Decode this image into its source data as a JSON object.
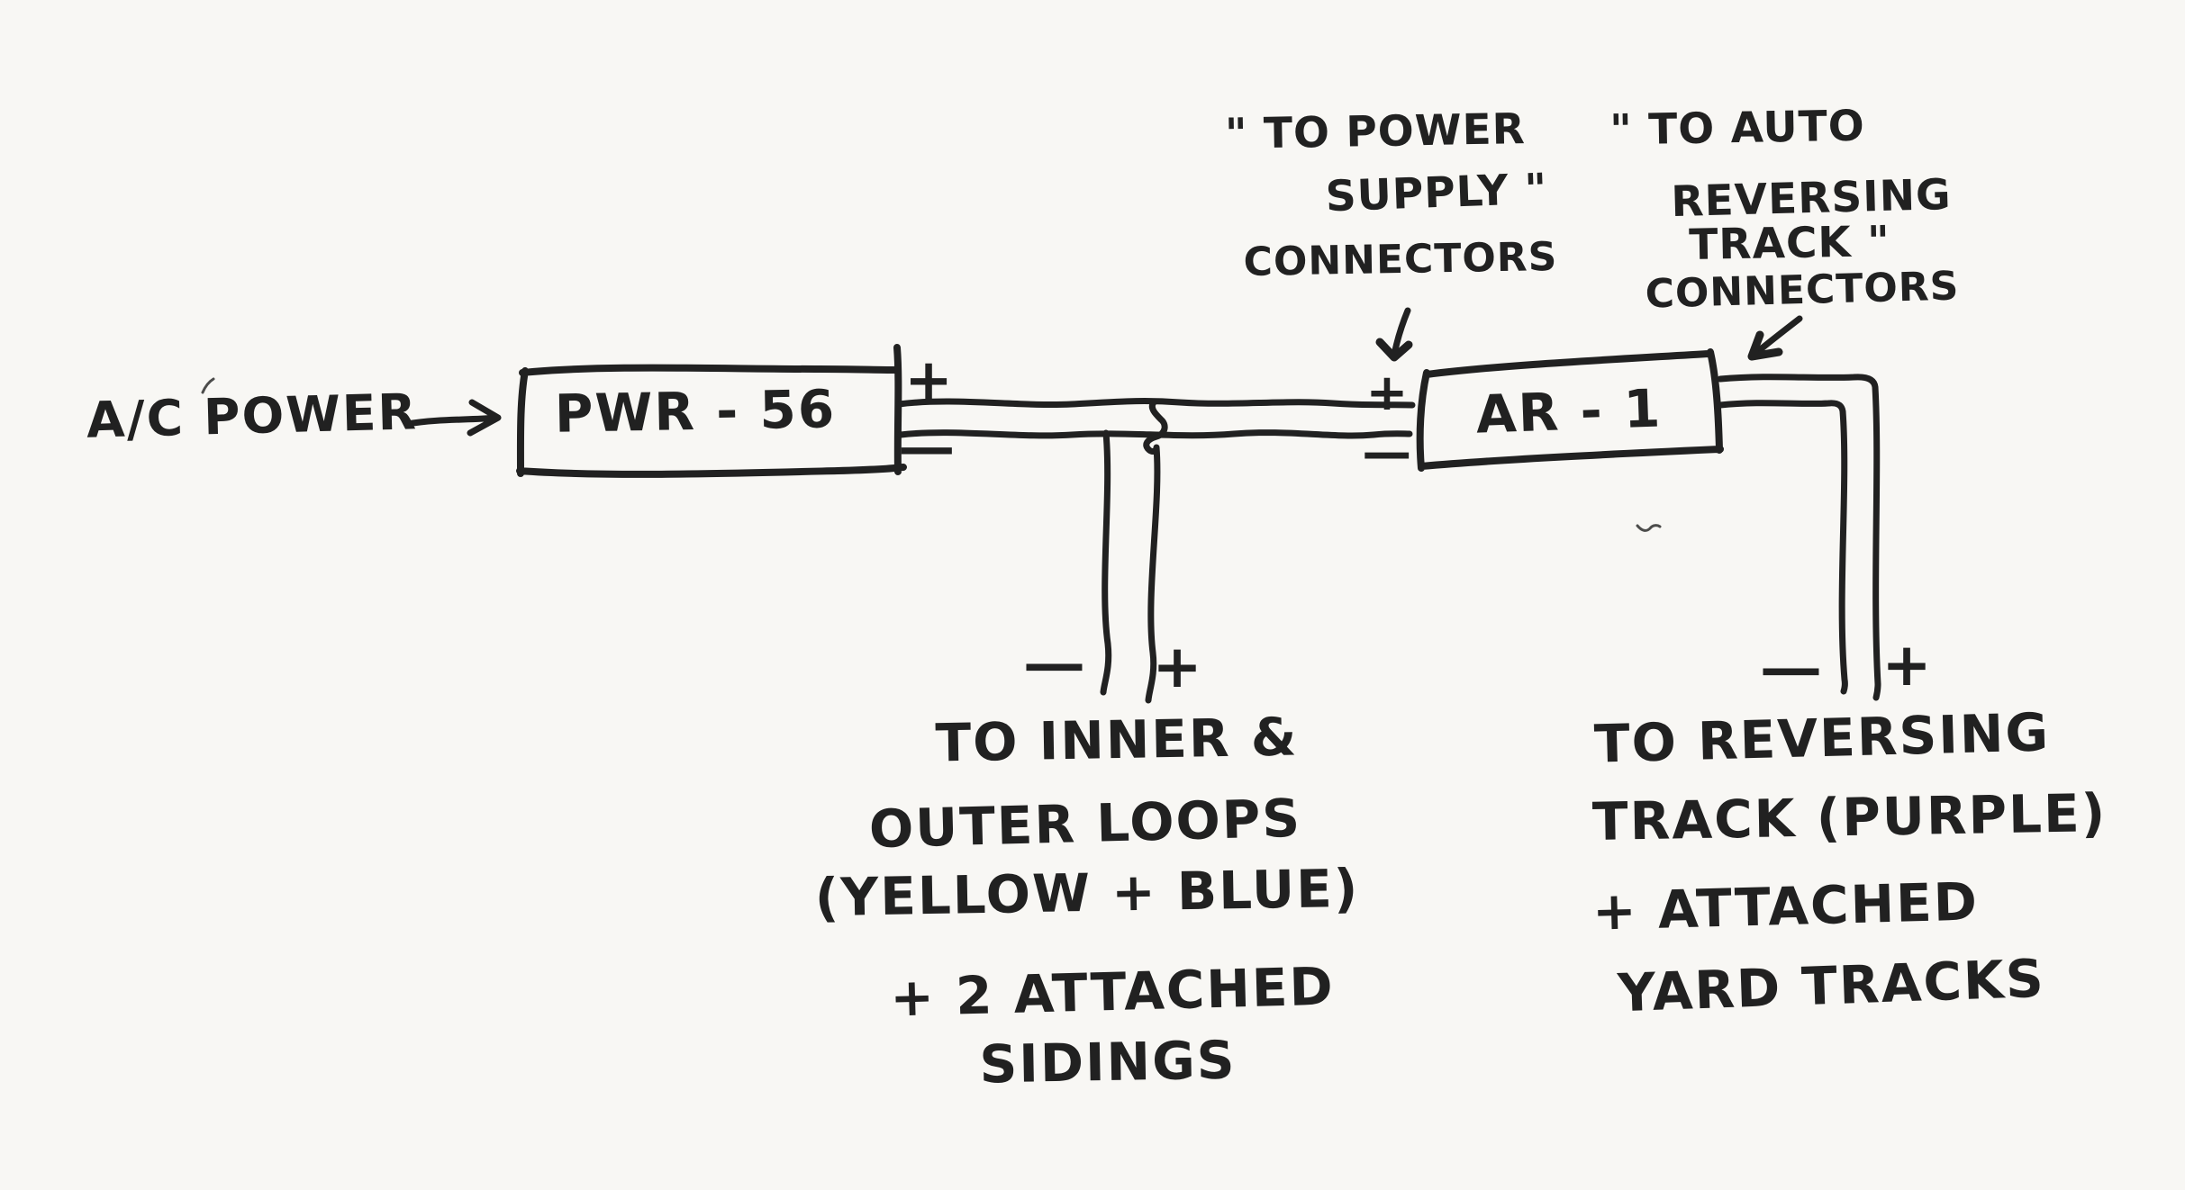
{
  "colors": {
    "ink": "#212121",
    "paper": "#f8f7f4"
  },
  "source": {
    "label": "A/C POWER"
  },
  "power_supply": {
    "name": "PWR - 56",
    "plus": "+",
    "minus": "−"
  },
  "auto_reverser": {
    "name": "AR - 1",
    "plus": "+",
    "minus": "−"
  },
  "annotations": {
    "power_supply_connectors": {
      "line1": "\" TO POWER",
      "line2": "SUPPLY \"",
      "line3": "CONNECTORS"
    },
    "auto_reversing_connectors": {
      "line1": "\" TO AUTO",
      "line2": "REVERSING",
      "line3": "TRACK \"",
      "line4": "CONNECTORS"
    }
  },
  "loops_output": {
    "minus": "−",
    "plus": "+",
    "caption": {
      "line1": "TO INNER &",
      "line2": "OUTER LOOPS",
      "line3": "(YELLOW + BLUE)",
      "line4": "+ 2 ATTACHED",
      "line5": "SIDINGS"
    }
  },
  "reversing_output": {
    "minus": "−",
    "plus": "+",
    "caption": {
      "line1": "TO REVERSING",
      "line2": "TRACK (PURPLE)",
      "line3": "+ ATTACHED",
      "line4": "YARD TRACKS"
    }
  }
}
